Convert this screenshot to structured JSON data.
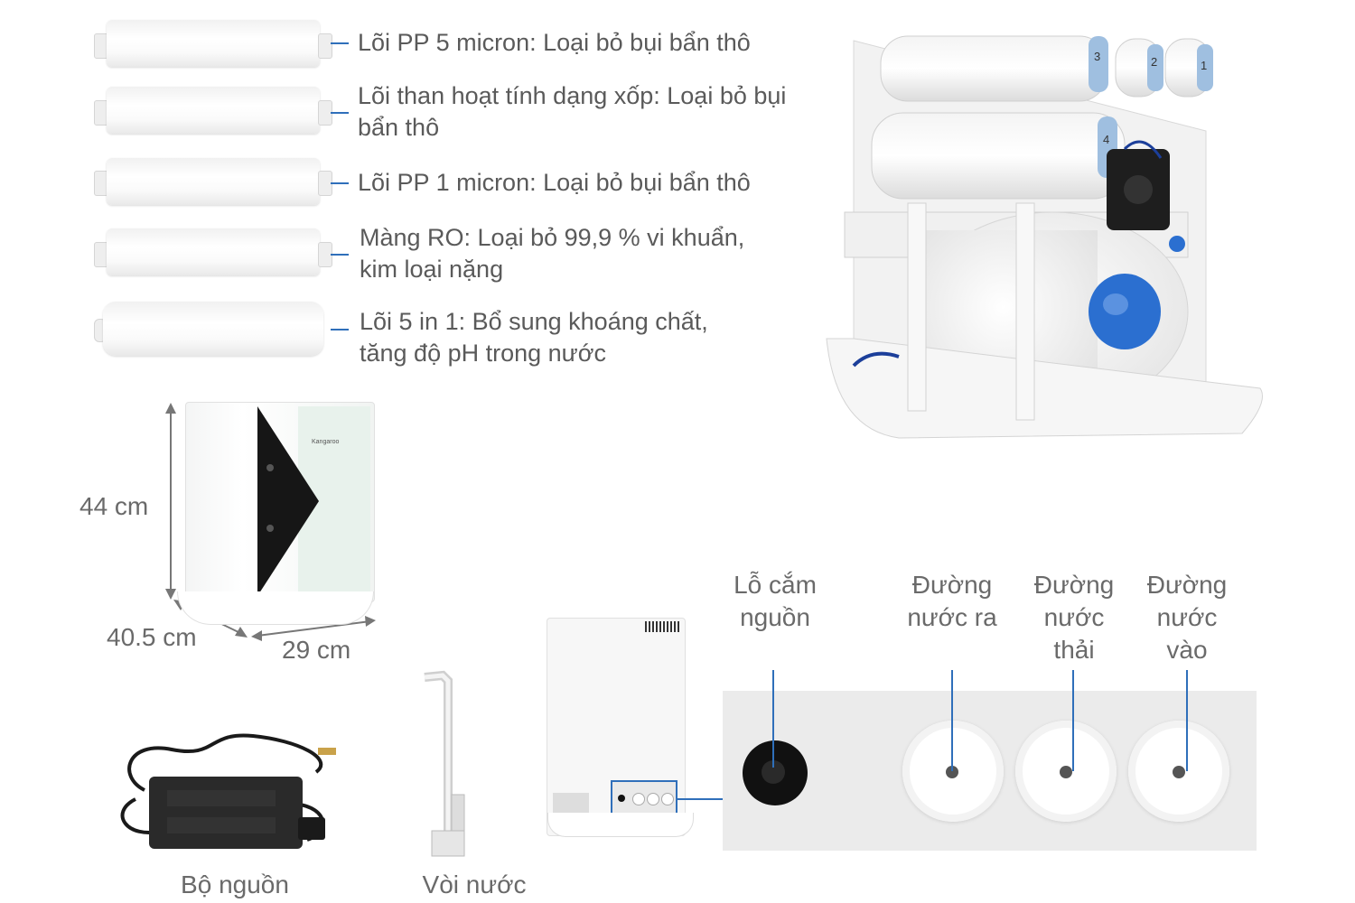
{
  "filters": [
    {
      "label": "Lõi PP 5 micron: Loại bỏ bụi bẩn thô"
    },
    {
      "label": "Lõi than hoạt tính dạng xốp: Loại bỏ bụi bẩn thô"
    },
    {
      "label": "Lõi PP 1 micron: Loại bỏ bụi bẩn thô"
    },
    {
      "label": "Màng RO: Loại bỏ 99,9 % vi khuẩn, kim loại nặng"
    },
    {
      "label": "Lõi 5 in 1: Bổ sung khoáng chất, tăng độ pH trong nước"
    }
  ],
  "dimensions": {
    "height": "44 cm",
    "depth": "40.5 cm",
    "width": "29 cm"
  },
  "accessories": {
    "power_supply": "Bộ nguồn",
    "faucet": "Vòi nước"
  },
  "ports": {
    "power": "Lỗ cắm nguồn",
    "outlet": "Đường nước ra",
    "waste": "Đường nước thải",
    "inlet": "Đường nước vào"
  },
  "filter_numbers": [
    "3",
    "2",
    "1",
    "4"
  ],
  "brand_text": "Kangaroo",
  "colors": {
    "accent": "#2f6fba",
    "ro_tank_cap": "#2b6fd0",
    "filter_cap": "#9fbfe0"
  }
}
